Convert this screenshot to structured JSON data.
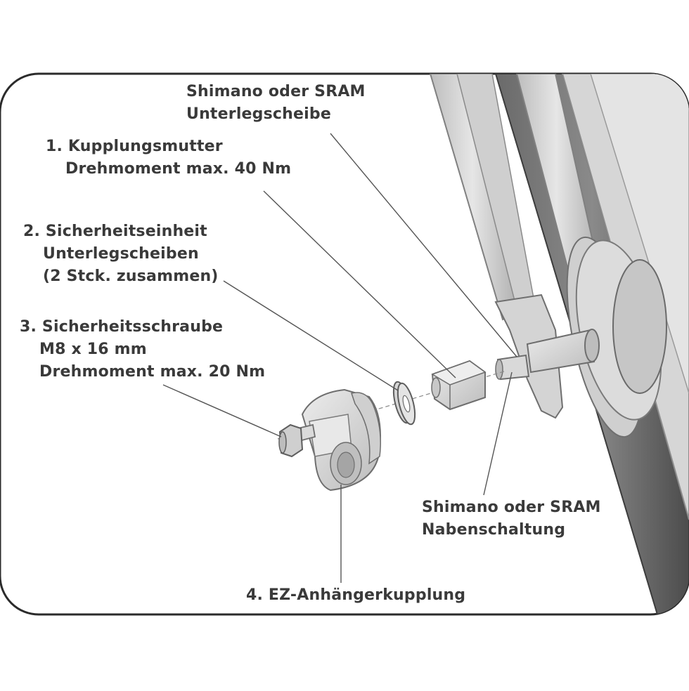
{
  "labels": {
    "unterlegscheibe": {
      "line1": "Shimano oder SRAM",
      "line2": "Unterlegscheibe"
    },
    "kupplungsmutter": {
      "line1": "1. Kupplungsmutter",
      "line2": "Drehmoment max. 40 Nm"
    },
    "sicherheitseinheit": {
      "line1": "2. Sicherheitseinheit",
      "line2": "Unterlegscheiben",
      "line3": "(2 Stck. zusammen)"
    },
    "sicherheitsschraube": {
      "line1": "3. Sicherheitsschraube",
      "line2": "M8 x 16 mm",
      "line3": "Drehmoment max. 20 Nm"
    },
    "nabenschaltung": {
      "line1": "Shimano oder SRAM",
      "line2": "Nabenschaltung"
    },
    "anhaengerkupplung": {
      "line1": "4. EZ-Anhängerkupplung"
    }
  },
  "colors": {
    "frame_border": "#2b2b2b",
    "leader_line": "#555555",
    "part_fill": "#d9d9d9",
    "part_stroke": "#7a7a7a",
    "text": "#3a3a3a"
  }
}
